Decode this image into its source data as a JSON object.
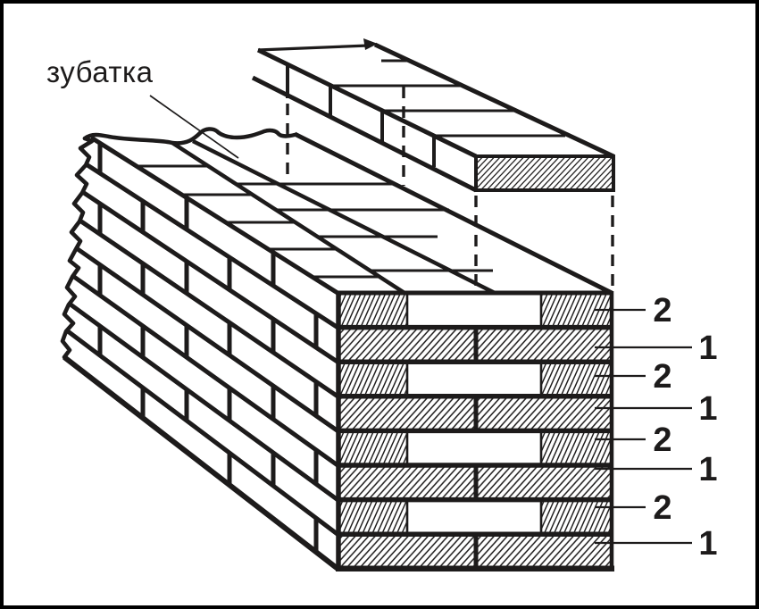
{
  "figure": {
    "title_callout": "зубатка",
    "course_labels": [
      "2",
      "1",
      "2",
      "1",
      "2",
      "1",
      "2",
      "1"
    ],
    "colors": {
      "ink": "#1d1b1b",
      "background": "#ffffff"
    }
  }
}
